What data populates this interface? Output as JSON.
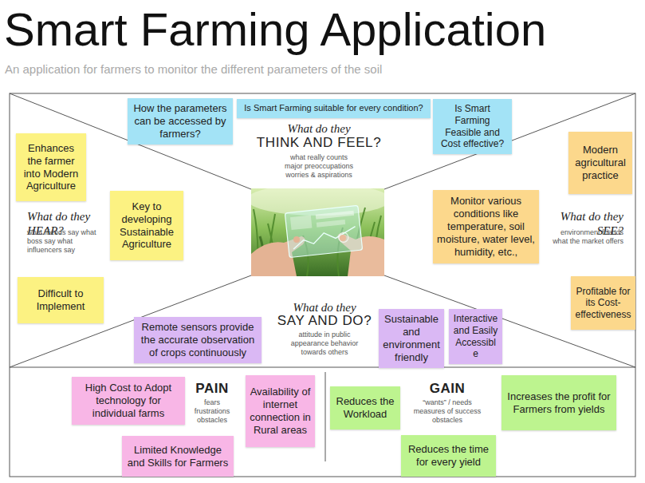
{
  "diagram": {
    "title": "Smart Farming Application",
    "caption": "An application for farmers to monitor the different parameters of the soil",
    "nodes": [
      {
        "text": [
          "How the parameters can be accessed by farmers?"
        ]
      },
      {
        "text": [
          "Is Smart Farming suitable for every condition?"
        ]
      },
      {
        "text": [
          "Is Smart Farming Feasible and Cost effective?"
        ]
      },
      {
        "text": [
          "Enhances the farmer into Modern Agriculture"
        ]
      },
      {
        "text": [
          "Key to developing Sustainable Agriculture"
        ]
      },
      {
        "text": [
          "Difficult to Implement"
        ]
      },
      {
        "text": [
          "Modern agricultural practice"
        ]
      },
      {
        "text": [
          "Monitor various conditions like temperature, soil moisture, water level, humidity, etc.,"
        ]
      },
      {
        "text": [
          "Profitable for its Cost-effectiveness"
        ]
      },
      {
        "text": [
          "Remote sensors provide the accurate observation of crops continuously"
        ]
      },
      {
        "text": [
          "Sustainable and environment friendly"
        ]
      },
      {
        "text": [
          "Interactive and Easily Accessible"
        ]
      },
      {
        "text": [
          "High Cost to Adopt technology for individual farms"
        ]
      },
      {
        "text": [
          "Availability of internet connection in Rural areas"
        ]
      },
      {
        "text": [
          "Limited Knowledge and Skills for Farmers"
        ]
      },
      {
        "text": [
          "Reduces the Workload"
        ]
      },
      {
        "text": [
          "Increases the profit for Farmers from yields"
        ]
      },
      {
        "text": [
          "Reduces the time for every yield"
        ]
      }
    ],
    "labels": [
      "What do they",
      "THINK AND FEEL?",
      "what really counts major preoccupations worries & aspirations",
      "What do they HEAR?",
      "what friends say what boss say what influencers say",
      "What do they SEE?",
      "environment friends what the market offers",
      "What do they",
      "SAY AND DO?",
      "attitude in public appearance behavior towards others",
      "PAIN",
      "fears frustrations obstacles",
      "GAIN",
      "“wants” / needs measures of success obstacles"
    ]
  }
}
